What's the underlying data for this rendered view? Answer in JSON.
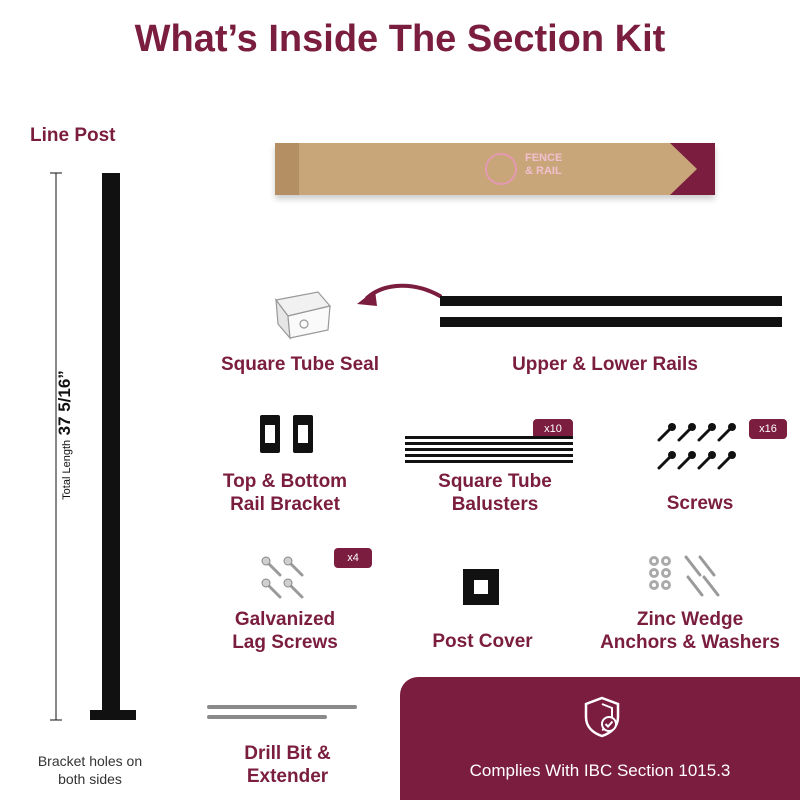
{
  "title": "What’s Inside The Section Kit",
  "line_post": {
    "label": "Line Post",
    "dimension_caption": "Total Length",
    "dimension_value": "37 5/16”",
    "note_line1": "Bracket holes on",
    "note_line2": "both sides"
  },
  "box": {
    "brand_line1": "FENCE",
    "brand_line2": "& RAIL"
  },
  "items": {
    "tube_seal": {
      "label": "Square Tube Seal"
    },
    "rails": {
      "label": "Upper & Lower Rails"
    },
    "rail_bracket": {
      "label_line1": "Top & Bottom",
      "label_line2": "Rail Bracket"
    },
    "balusters": {
      "label_line1": "Square Tube",
      "label_line2": "Balusters",
      "count": "x10"
    },
    "screws": {
      "label": "Screws",
      "count": "x16"
    },
    "lag_screws": {
      "label_line1": "Galvanized",
      "label_line2": "Lag Screws",
      "count": "x4"
    },
    "post_cover": {
      "label": "Post Cover"
    },
    "anchors": {
      "label_line1": "Zinc Wedge",
      "label_line2": "Anchors & Washers"
    },
    "drill_bit": {
      "label_line1": "Drill Bit &",
      "label_line2": "Extender"
    }
  },
  "compliance": {
    "text": "Complies With IBC Section 1015.3"
  },
  "colors": {
    "accent": "#7a1d3e",
    "box": "#c9a57a",
    "metal": "#111111"
  }
}
